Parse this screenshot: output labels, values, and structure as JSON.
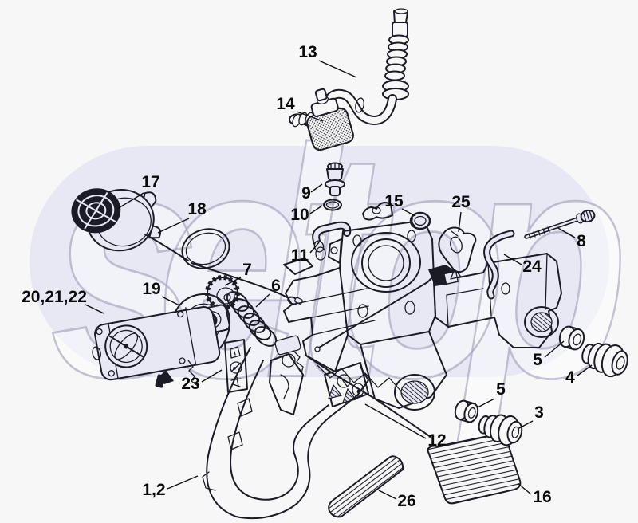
{
  "watermark": "seltop",
  "colors": {
    "background": "#f7f7f7",
    "blob": "#e8e8f5",
    "line_art": "#1b1b26",
    "label_text": "#0a0a0a",
    "watermark_stroke": "#9d9db8",
    "watermark_fill": "#ffffff"
  },
  "diagram_type": "exploded-parts-diagram",
  "callouts": [
    {
      "label": "13",
      "part": "fuel-hose"
    },
    {
      "label": "14",
      "part": "fuel-filter"
    },
    {
      "label": "17",
      "part": "fuel-cap"
    },
    {
      "label": "18",
      "part": "cap-retainer-ring"
    },
    {
      "label": "9",
      "part": "tank-vent"
    },
    {
      "label": "10",
      "part": "sealing-ring"
    },
    {
      "label": "11",
      "part": "elbow-connector"
    },
    {
      "label": "15",
      "part": "plug-grommet"
    },
    {
      "label": "25",
      "part": "lever-bracket"
    },
    {
      "label": "8",
      "part": "screw"
    },
    {
      "label": "24",
      "part": "vent-hose"
    },
    {
      "label": "7",
      "part": "worm-gear"
    },
    {
      "label": "6",
      "part": "spring"
    },
    {
      "label": "19",
      "part": "carburetor-gasket"
    },
    {
      "label": "20,21,22",
      "part": "carburetor"
    },
    {
      "label": "23",
      "part": "information-label"
    },
    {
      "label": "12",
      "part": "tank-housing"
    },
    {
      "label": "1,2",
      "part": "handle-housing"
    },
    {
      "label": "26",
      "part": "grip-strip"
    },
    {
      "label": "16",
      "part": "cover-pad"
    },
    {
      "label": "5",
      "part": "bushing-upper"
    },
    {
      "label": "4",
      "part": "annular-buffer-upper"
    },
    {
      "label": "5",
      "part": "bushing-lower"
    },
    {
      "label": "3",
      "part": "annular-buffer-lower"
    }
  ]
}
